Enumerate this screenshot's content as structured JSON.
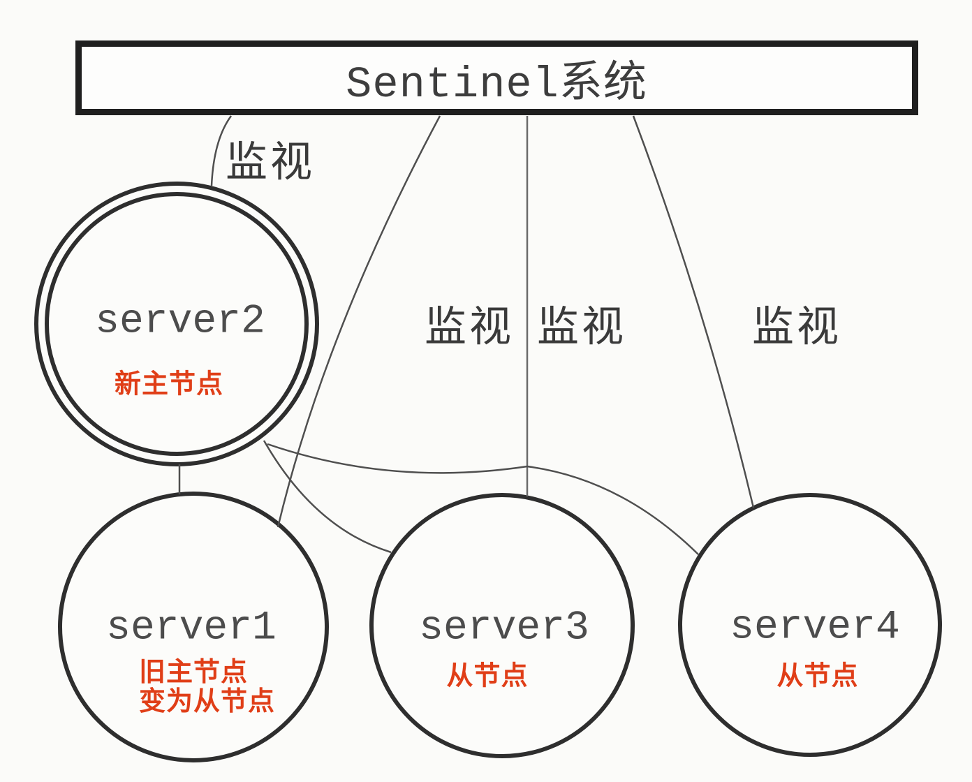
{
  "diagram": {
    "title": "Sentinel系统",
    "monitor_labels": [
      "监视",
      "监视",
      "监视",
      "监视"
    ],
    "nodes": [
      {
        "id": "server2",
        "name": "server2",
        "role": "新主节点",
        "type": "new-master",
        "double_ring": true
      },
      {
        "id": "server1",
        "name": "server1",
        "role_lines": [
          "旧主节点",
          "变为从节点"
        ],
        "type": "old-master-became-slave",
        "double_ring": false
      },
      {
        "id": "server3",
        "name": "server3",
        "role": "从节点",
        "type": "slave",
        "double_ring": false
      },
      {
        "id": "server4",
        "name": "server4",
        "role": "从节点",
        "type": "slave",
        "double_ring": false
      }
    ],
    "edges": [
      {
        "from": "sentinel",
        "to": "server2",
        "label": "监视"
      },
      {
        "from": "sentinel",
        "to": "server1",
        "label": "监视"
      },
      {
        "from": "sentinel",
        "to": "server3",
        "label": "监视"
      },
      {
        "from": "sentinel",
        "to": "server4",
        "label": "监视"
      },
      {
        "from": "server2",
        "to": "server1",
        "label": ""
      },
      {
        "from": "server2",
        "to": "server3",
        "label": ""
      },
      {
        "from": "server2",
        "to": "server4",
        "label": ""
      }
    ],
    "colors": {
      "role_text_red": "#e03e17",
      "node_stroke": "#2e2e2e",
      "thin_line": "#4f4f4f",
      "name_text": "#4c4c4c",
      "background": "#fbfbf9"
    }
  }
}
